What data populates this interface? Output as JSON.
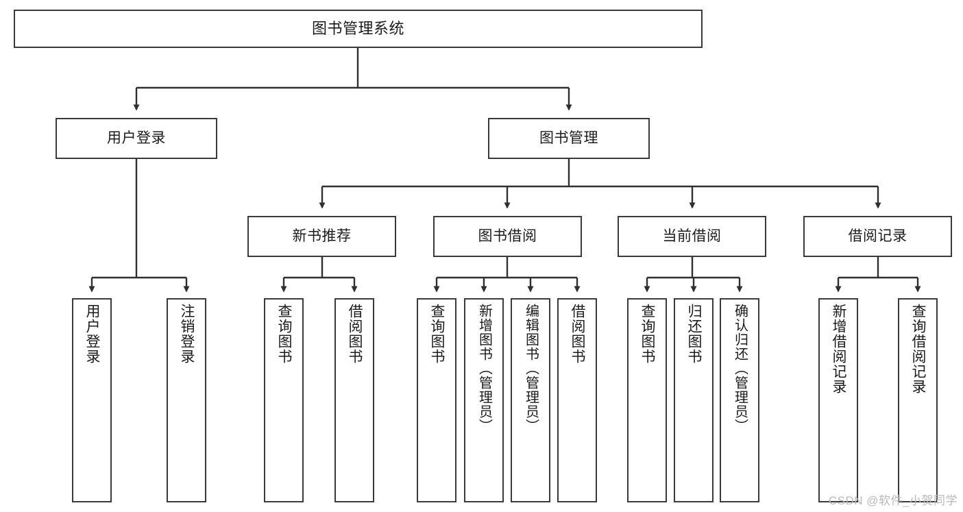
{
  "diagram": {
    "title": "图书管理系统",
    "type": "tree-hierarchy-chart",
    "watermark": "CSDN @软件_小贺同学",
    "colors": {
      "box_border": "#3a3a3a",
      "box_fill": "#ffffff",
      "edge": "#2f2f2f",
      "text": "#1b1b1b",
      "watermark": "#b9b9b9",
      "background": "#ffffff"
    },
    "levels": {
      "root": {
        "label": "图书管理系统"
      },
      "level2": [
        {
          "id": "user-login",
          "label": "用户登录"
        },
        {
          "id": "book-manage",
          "label": "图书管理"
        }
      ],
      "level3": [
        {
          "id": "new-book-recommend",
          "label": "新书推荐",
          "parent": "book-manage"
        },
        {
          "id": "book-borrow",
          "label": "图书借阅",
          "parent": "book-manage"
        },
        {
          "id": "current-borrow",
          "label": "当前借阅",
          "parent": "book-manage"
        },
        {
          "id": "borrow-record",
          "label": "借阅记录",
          "parent": "book-manage"
        }
      ],
      "leaves": [
        {
          "id": "leaf-user-login",
          "label": "用户登录",
          "parent": "user-login"
        },
        {
          "id": "leaf-user-logout",
          "label": "注销登录",
          "parent": "user-login"
        },
        {
          "id": "leaf-query-book-1",
          "label": "查询图书",
          "parent": "new-book-recommend"
        },
        {
          "id": "leaf-borrow-book-1",
          "label": "借阅图书",
          "parent": "new-book-recommend"
        },
        {
          "id": "leaf-query-book-2",
          "label": "查询图书",
          "parent": "book-borrow"
        },
        {
          "id": "leaf-add-book",
          "label": "新增图书（管理员）",
          "parent": "book-borrow"
        },
        {
          "id": "leaf-edit-book",
          "label": "编辑图书（管理员）",
          "parent": "book-borrow"
        },
        {
          "id": "leaf-borrow-book-2",
          "label": "借阅图书",
          "parent": "book-borrow"
        },
        {
          "id": "leaf-query-book-3",
          "label": "查询图书",
          "parent": "current-borrow"
        },
        {
          "id": "leaf-return-book",
          "label": "归还图书",
          "parent": "current-borrow"
        },
        {
          "id": "leaf-confirm-return",
          "label": "确认归还（管理员）",
          "parent": "current-borrow"
        },
        {
          "id": "leaf-add-record",
          "label": "新增借阅记录",
          "parent": "borrow-record"
        },
        {
          "id": "leaf-query-record",
          "label": "查询借阅记录",
          "parent": "borrow-record"
        }
      ]
    }
  }
}
